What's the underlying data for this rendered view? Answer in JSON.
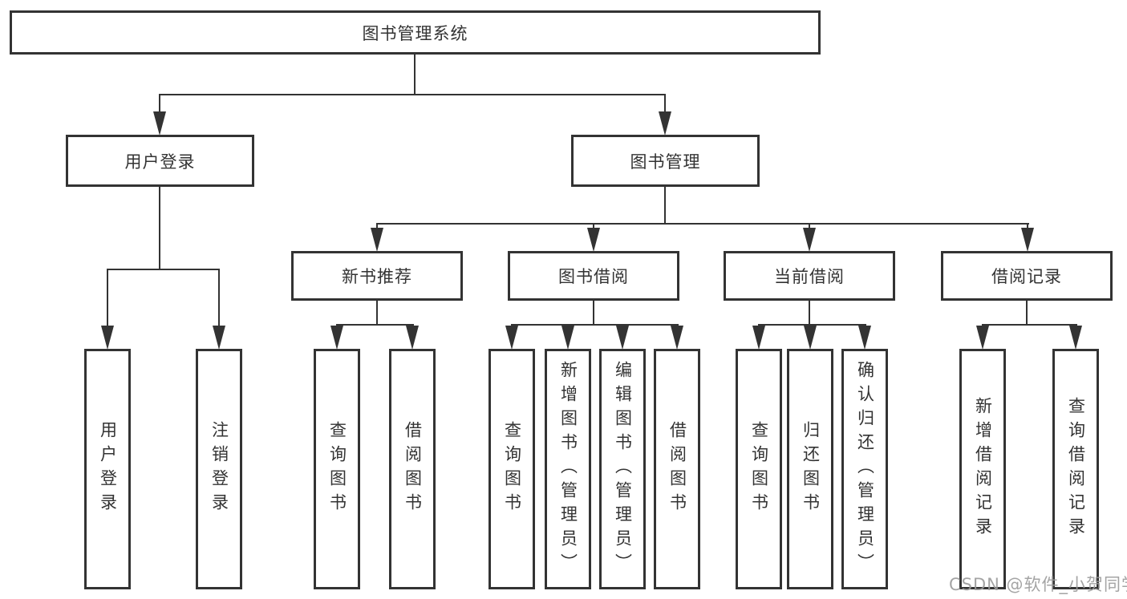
{
  "colors": {
    "line": "#333333",
    "text": "#333333",
    "background": "#ffffff",
    "watermark": "#9b9b9b"
  },
  "watermark": {
    "text": "CSDN @软件_小贺同学"
  },
  "tree": {
    "root": {
      "label": "图书管理系统"
    },
    "branches": [
      {
        "label": "用户登录",
        "children": [
          {
            "label": "用户登录"
          },
          {
            "label": "注销登录"
          }
        ]
      },
      {
        "label": "图书管理",
        "children": [
          {
            "label": "新书推荐",
            "children": [
              {
                "label": "查询图书"
              },
              {
                "label": "借阅图书"
              }
            ]
          },
          {
            "label": "图书借阅",
            "children": [
              {
                "label": "查询图书"
              },
              {
                "label": "新增图书（管理员）"
              },
              {
                "label": "编辑图书（管理员）"
              },
              {
                "label": "借阅图书"
              }
            ]
          },
          {
            "label": "当前借阅",
            "children": [
              {
                "label": "查询图书"
              },
              {
                "label": "归还图书"
              },
              {
                "label": "确认归还（管理员）"
              }
            ]
          },
          {
            "label": "借阅记录",
            "children": [
              {
                "label": "新增借阅记录"
              },
              {
                "label": "查询借阅记录"
              }
            ]
          }
        ]
      }
    ]
  }
}
